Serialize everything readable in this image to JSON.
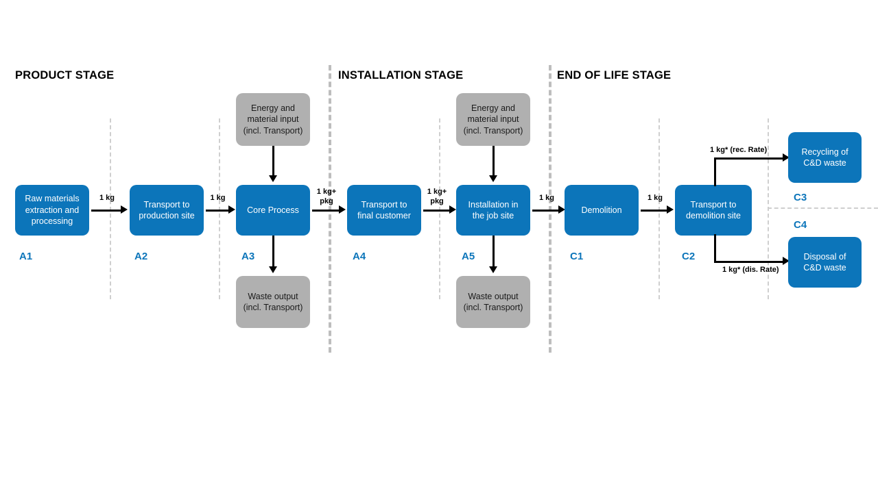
{
  "diagram": {
    "title_stages": [
      {
        "id": "product",
        "label": "PRODUCT STAGE"
      },
      {
        "id": "installation",
        "label": "INSTALLATION STAGE"
      },
      {
        "id": "endoflife",
        "label": "END OF LIFE STAGE"
      }
    ],
    "colors": {
      "process_blue": "#0c75ba",
      "aux_grey": "#b0b0b0",
      "divider_grey": "#bdbdbd",
      "arrow_black": "#000000",
      "code_blue": "#0c75ba"
    },
    "nodes": {
      "a1": {
        "label": "Raw materials\nextraction and\nprocessing",
        "code": "A1"
      },
      "a2": {
        "label": "Transport to\nproduction site",
        "code": "A2"
      },
      "a3": {
        "label": "Core Process",
        "code": "A3"
      },
      "a4": {
        "label": "Transport to\nfinal customer",
        "code": "A4"
      },
      "a5": {
        "label": "Installation in\nthe job site",
        "code": "A5"
      },
      "c1": {
        "label": "Demolition",
        "code": "C1"
      },
      "c2": {
        "label": "Transport to\ndemolition site",
        "code": "C2"
      },
      "c3": {
        "label": "Recycling of\nC&D waste",
        "code": "C3"
      },
      "c4": {
        "label": "Disposal of\nC&D waste",
        "code": "C4"
      },
      "energy_a3": {
        "label": "Energy and\nmaterial input\n(incl. Transport)"
      },
      "energy_a5": {
        "label": "Energy and\nmaterial input\n(incl. Transport)"
      },
      "waste_a3": {
        "label": "Waste output\n(incl. Transport)"
      },
      "waste_a5": {
        "label": "Waste output\n(incl. Transport)"
      }
    },
    "flows": {
      "a1_a2": "1 kg",
      "a2_a3": "1 kg",
      "a3_a4": "1 kg+\npkg",
      "a4_a5": "1 kg+\npkg",
      "a5_c1": "1 kg",
      "c1_c2": "1 kg",
      "c2_c3": "1 kg* (rec. Rate)",
      "c2_c4": "1 kg* (dis. Rate)"
    }
  }
}
